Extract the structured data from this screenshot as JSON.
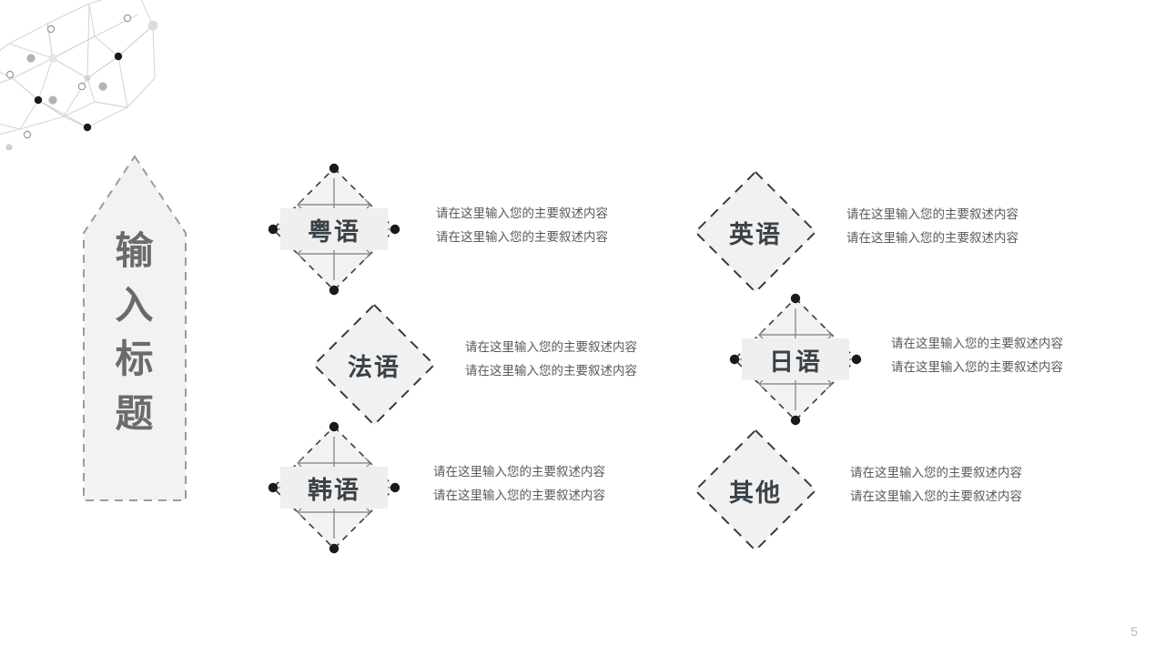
{
  "slide": {
    "title": "输入标题",
    "page_number": "5",
    "decor": {
      "name": "network-mesh-graphic"
    },
    "colors": {
      "diamond_fill": "#efefef",
      "diamond_stroke": "#3a3a3a",
      "label_text": "#3a4248",
      "body_text": "#58595b",
      "title_text": "#6b6b6b",
      "guide_line": "#7d7d7d",
      "page_number": "#b5b5b5"
    }
  },
  "items": [
    {
      "id": "cantonese",
      "label": "粤语",
      "decorated": true,
      "lines": [
        "请在这里输入您的主要叙述内容",
        "请在这里输入您的主要叙述内容"
      ]
    },
    {
      "id": "english",
      "label": "英语",
      "decorated": false,
      "lines": [
        "请在这里输入您的主要叙述内容",
        "请在这里输入您的主要叙述内容"
      ]
    },
    {
      "id": "french",
      "label": "法语",
      "decorated": false,
      "lines": [
        "请在这里输入您的主要叙述内容",
        "请在这里输入您的主要叙述内容"
      ]
    },
    {
      "id": "japanese",
      "label": "日语",
      "decorated": true,
      "lines": [
        "请在这里输入您的主要叙述内容",
        "请在这里输入您的主要叙述内容"
      ]
    },
    {
      "id": "korean",
      "label": "韩语",
      "decorated": true,
      "lines": [
        "请在这里输入您的主要叙述内容",
        "请在这里输入您的主要叙述内容"
      ]
    },
    {
      "id": "other",
      "label": "其他",
      "decorated": false,
      "lines": [
        "请在这里输入您的主要叙述内容",
        "请在这里输入您的主要叙述内容"
      ]
    }
  ]
}
